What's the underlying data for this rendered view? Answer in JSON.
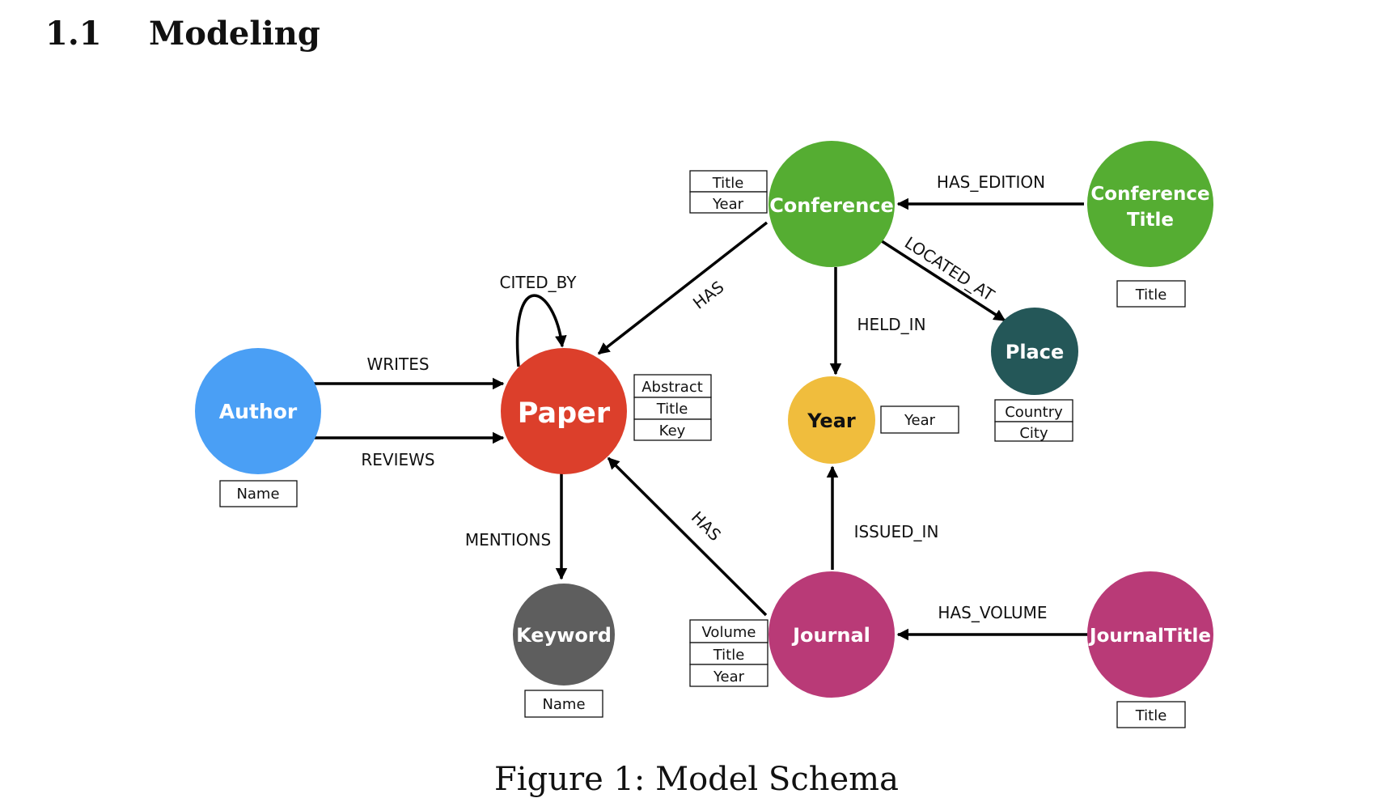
{
  "section": {
    "number": "1.1",
    "title": "Modeling"
  },
  "caption": "Figure 1: Model Schema",
  "nodes": {
    "author": {
      "label": "Author",
      "color": "#4a9ff5",
      "properties": [
        "Name"
      ]
    },
    "paper": {
      "label": "Paper",
      "color": "#dc3f2b",
      "properties": [
        "Abstract",
        "Title",
        "Key"
      ]
    },
    "keyword": {
      "label": "Keyword",
      "color": "#5e5e5e",
      "properties": [
        "Name"
      ]
    },
    "conference": {
      "label": "Conference",
      "color": "#55ad32",
      "properties": [
        "Title",
        "Year"
      ]
    },
    "conference_title": {
      "label_line1": "Conference",
      "label_line2": "Title",
      "color": "#55ad32",
      "properties": [
        "Title"
      ]
    },
    "year": {
      "label": "Year",
      "color": "#f0bd3d",
      "properties": [
        "Year"
      ]
    },
    "place": {
      "label": "Place",
      "color": "#245758",
      "properties": [
        "Country",
        "City"
      ]
    },
    "journal": {
      "label": "Journal",
      "color": "#b93a77",
      "properties": [
        "Volume",
        "Title",
        "Year"
      ]
    },
    "journal_title": {
      "label": "JournalTitle",
      "color": "#b93a77",
      "properties": [
        "Title"
      ]
    }
  },
  "edges": {
    "writes": "WRITES",
    "reviews": "REVIEWS",
    "cited_by": "CITED_BY",
    "mentions": "MENTIONS",
    "conference_has": "HAS",
    "journal_has": "HAS",
    "has_edition": "HAS_EDITION",
    "located_at": "LOCATED_AT",
    "held_in": "HELD_IN",
    "issued_in": "ISSUED_IN",
    "has_volume": "HAS_VOLUME"
  }
}
